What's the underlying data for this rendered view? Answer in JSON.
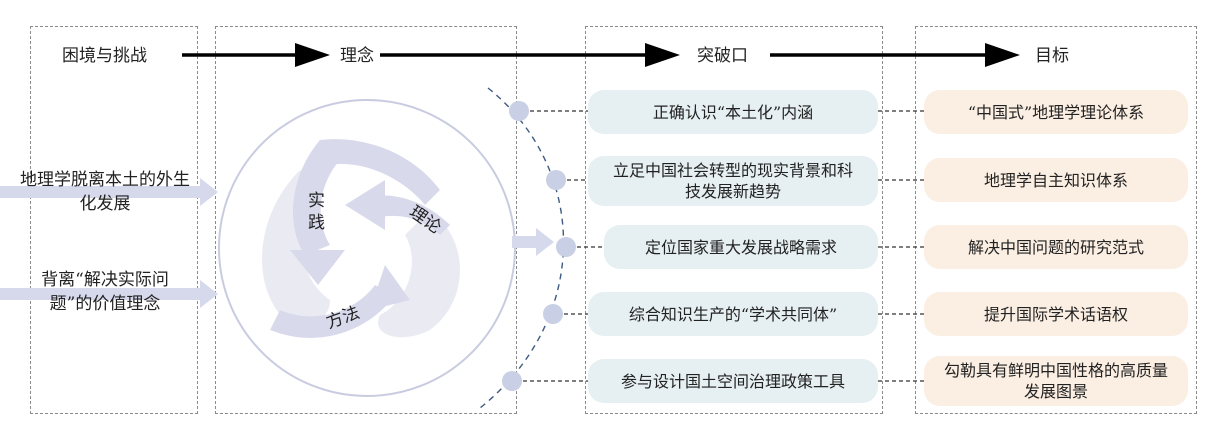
{
  "headers": {
    "col1": "困境与挑战",
    "col2": "理念",
    "col3": "突破口",
    "col4": "目标"
  },
  "challenges": [
    "地理学脱离本土的外生化发展",
    "背离“解决实际问题”的价值理念"
  ],
  "cycle": {
    "practice": "实践",
    "theory": "理论",
    "method": "方法"
  },
  "breakthroughs": [
    "正确认识“本土化”内涵",
    "立足中国社会转型的现实背景和科技发展新趋势",
    "定位国家重大发展战略需求",
    "综合知识生产的“学术共同体”",
    "参与设计国土空间治理政策工具"
  ],
  "goals": [
    "“中国式”地理学理论体系",
    "地理学自主知识体系",
    "解决中国问题的研究范式",
    "提升国际学术话语权",
    "勾勒具有鲜明中国性格的高质量发展图景"
  ],
  "colors": {
    "breakthrough_fill": "#e6eff1",
    "goal_fill": "#fbeee2",
    "arrow_fill": "#d6d9ec",
    "dot_fill": "#c9cfe4",
    "dashed_curve": "#3d5a80"
  }
}
